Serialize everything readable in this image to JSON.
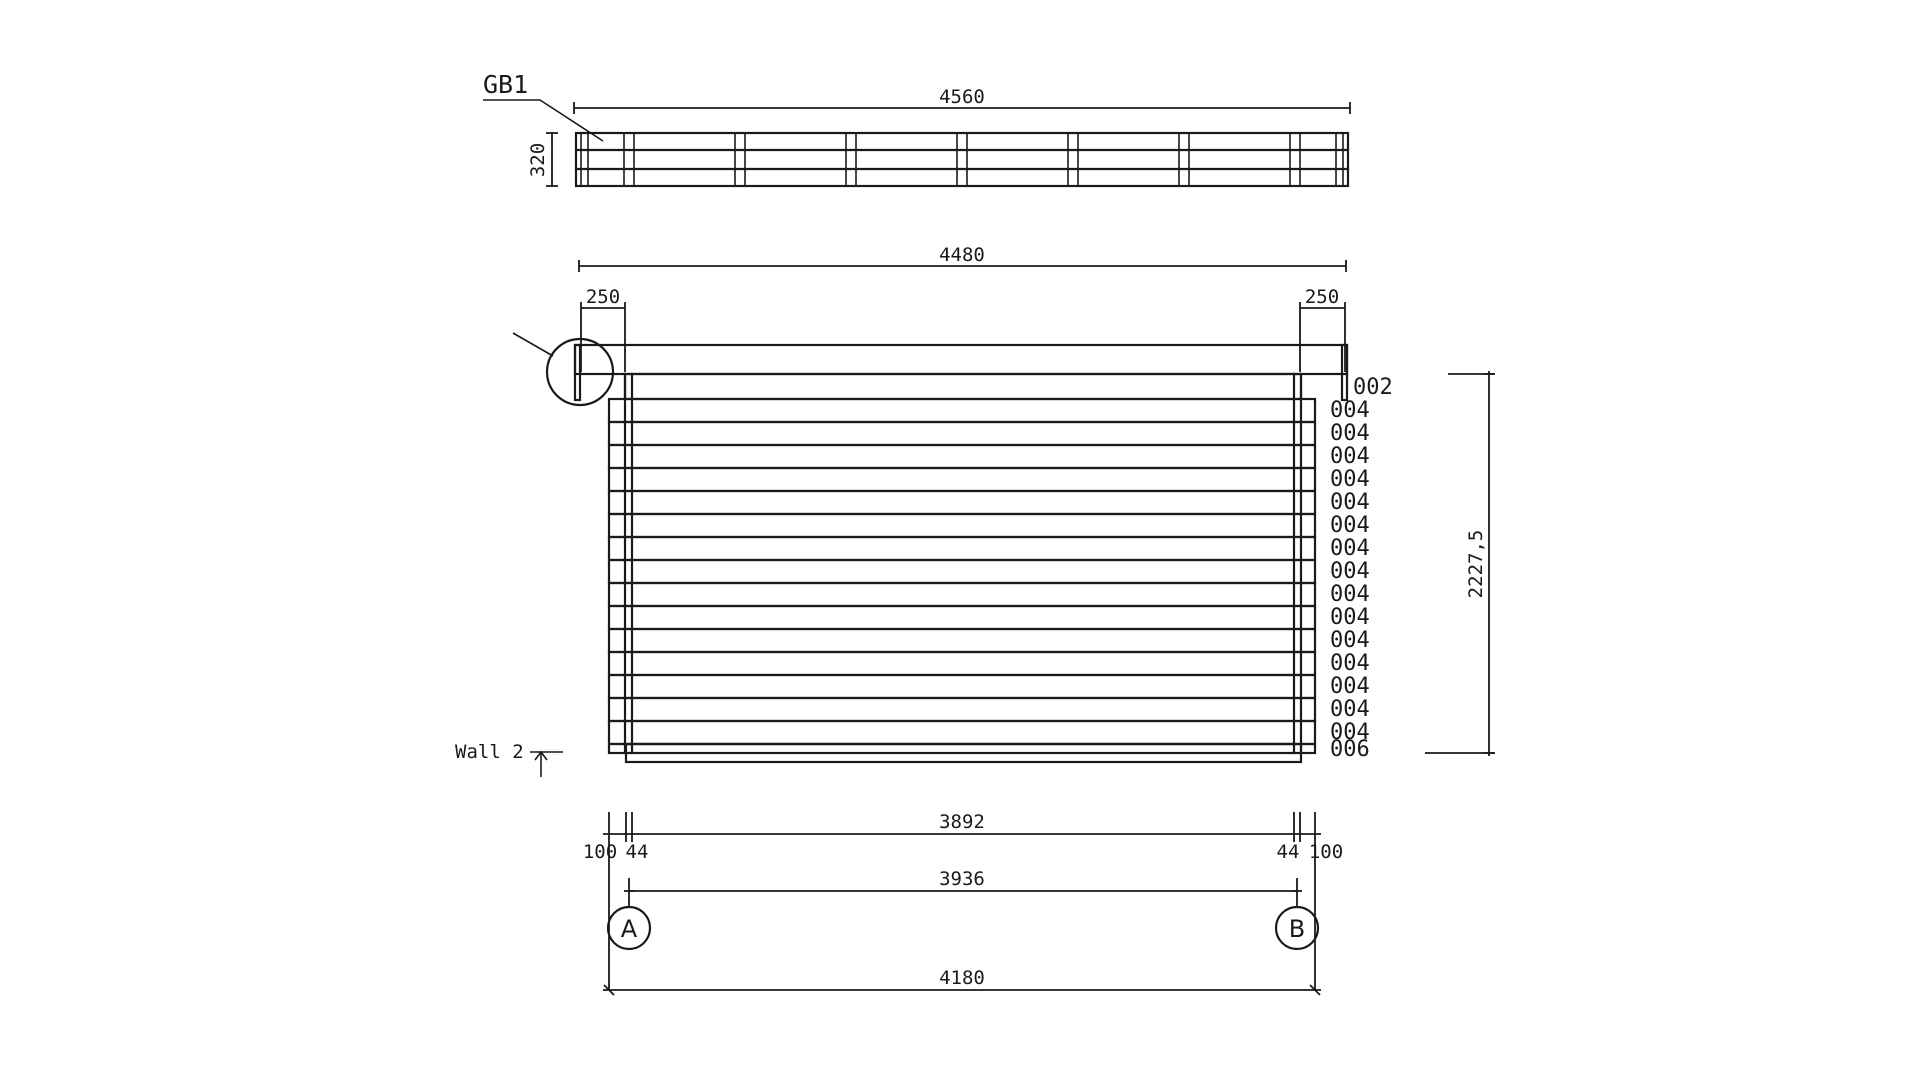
{
  "labels": {
    "gable_id": "GB1",
    "wall_name": "Wall 2",
    "grid_a": "A",
    "grid_b": "B"
  },
  "dimensions": {
    "top_beam_length": "4560",
    "top_beam_height": "320",
    "roof_width": "4480",
    "overhang_left": "250",
    "overhang_right": "250",
    "wall_height": "2227,5",
    "inner_span": "3892",
    "offset_left_outer": "100",
    "offset_left_inner": "44",
    "offset_right_inner": "44",
    "offset_right_outer": "100",
    "axis_span": "3936",
    "overall_length": "4180"
  },
  "log_codes": [
    "002",
    "004",
    "004",
    "004",
    "004",
    "004",
    "004",
    "004",
    "004",
    "004",
    "004",
    "004",
    "004",
    "004",
    "004",
    "004",
    "006"
  ]
}
